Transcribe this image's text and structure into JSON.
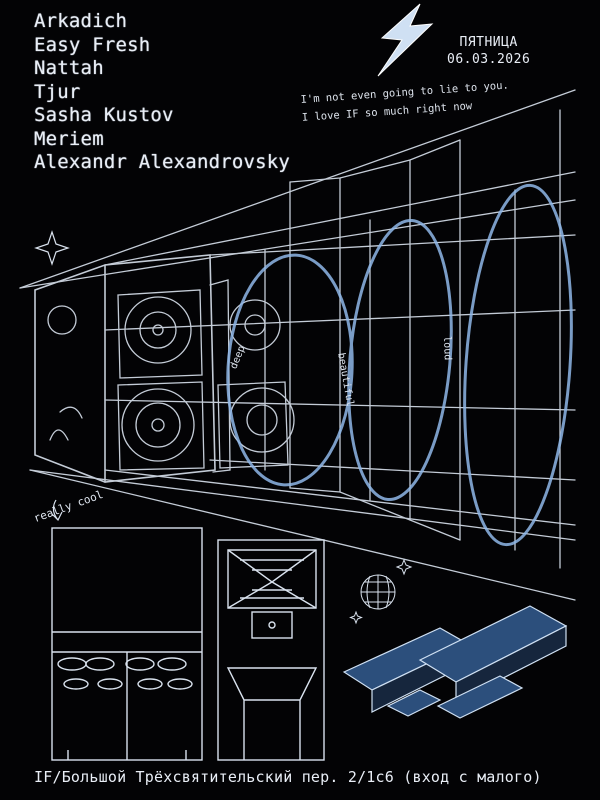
{
  "lineup": [
    "Arkadich",
    "Easy Fresh",
    "Nattah",
    "Tjur",
    "Sasha Kustov",
    "Meriem",
    "Alexandr Alexandrovsky"
  ],
  "event": {
    "day": "ПЯТНИЦА",
    "date": "06.03.2026"
  },
  "quote": {
    "line1": "I'm not even going to lie to you.",
    "line2": "I love IF so much right now"
  },
  "tags": {
    "deep": "deep",
    "beautiful": "beautiful",
    "loud": "loud",
    "cool": "really cool"
  },
  "venue": "IF/Большой Трёхсвятительский пер. 2/1с6 (вход с малого)",
  "colors": {
    "background": "#030305",
    "chalk": "#e9eef6",
    "blue_chalk": "#8fb7e8"
  },
  "icons": [
    "lightning-bolt-icon",
    "sparkle-icon",
    "disco-ball-icon",
    "star-icon",
    "if-logo-icon"
  ]
}
